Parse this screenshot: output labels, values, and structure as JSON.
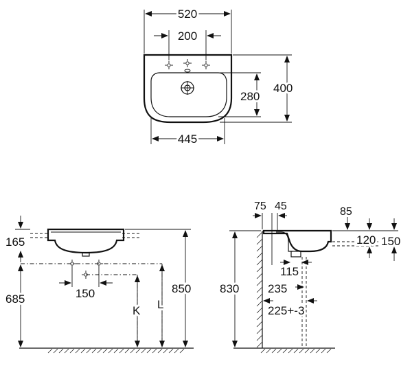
{
  "top_view": {
    "width_outer": "520",
    "width_holes": "200",
    "depth_total": "400",
    "depth_bowl": "280",
    "width_bottom": "445"
  },
  "front_view": {
    "rim_height": "165",
    "waste_height": "685",
    "hole_spacing": "150",
    "total_height": "850",
    "label_k": "K",
    "label_l": "L"
  },
  "side_view": {
    "dim_75": "75",
    "dim_45": "45",
    "dim_85": "85",
    "dim_120": "120",
    "dim_150": "150",
    "dim_115": "115",
    "dim_235": "235",
    "dim_225": "225+-3",
    "total_height": "830"
  }
}
